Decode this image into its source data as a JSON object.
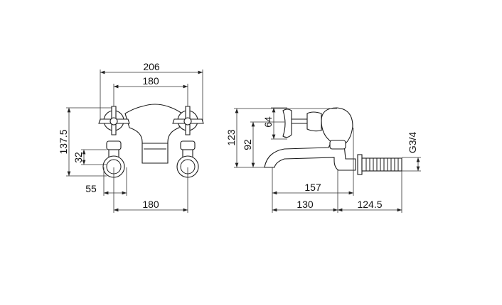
{
  "front_view": {
    "dims": {
      "overall_width": "206",
      "top_centers": "180",
      "bottom_centers": "180",
      "base_diameter": "55",
      "overall_height": "137.5",
      "base_height": "32"
    }
  },
  "side_view": {
    "dims": {
      "total_height": "123",
      "spout_height": "92",
      "handle_height": "64",
      "thread": "G3/4",
      "spout_reach": "157",
      "spout_to_wall": "130",
      "pipe_length": "124.5"
    }
  }
}
